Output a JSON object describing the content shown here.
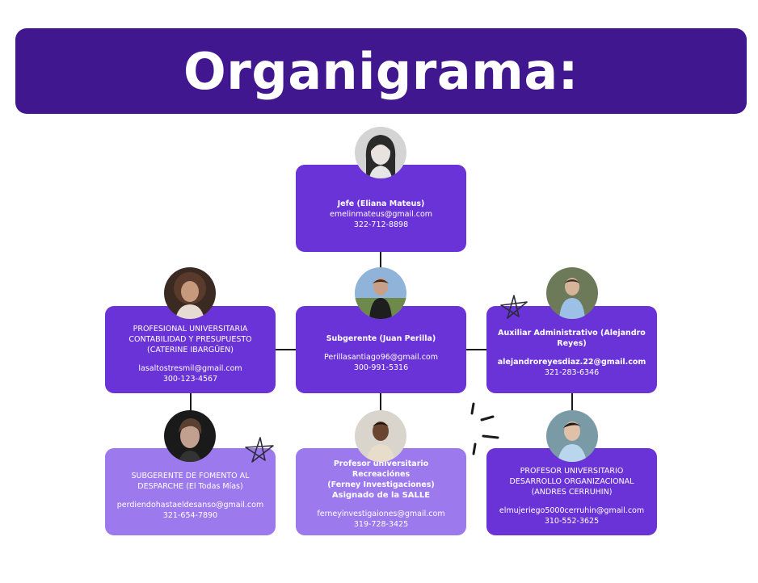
{
  "title": "Organigrama:",
  "cards": [
    {
      "title": "Jefe (Eliana Mateus)",
      "email": "emelinmateus@gmail.com",
      "phone": "322-712-8898"
    },
    {
      "title1": "PROFESIONAL UNIVERSITARIA",
      "title2": "CONTABILIDAD Y PRESUPUESTO",
      "title3": "(CATERINE IBARGÜEN)",
      "email": "lasaltostresmil@gmail.com",
      "phone": "300-123-4567"
    },
    {
      "title": "Subgerente (Juan Perilla)",
      "email": "Perillasantiago96@gmail.com",
      "phone": "300-991-5316"
    },
    {
      "title": "Auxiliar Administrativo (Alejandro Reyes)",
      "email": "alejandroreyesdiaz.22@gmail.com",
      "phone": "321-283-6346"
    },
    {
      "title1": "SUBGERENTE DE FOMENTO AL",
      "title2": "DESPARCHE (El Todas Mías)",
      "email": "perdiendohastaeldesanso@gmail.com",
      "phone": "321-654-7890"
    },
    {
      "title1": "Profesor universitario Recreaciónes",
      "title2": "(Ferney Investigaciones)",
      "title3": "Asignado de la SALLE",
      "email": "ferneyinvestigaiones@gmail.com",
      "phone": "319-728-3425"
    },
    {
      "title1": "PROFESOR UNIVERSITARIO",
      "title2": "DESARROLLO ORGANIZACIONAL",
      "title3": "(ANDRES CERRUHIN)",
      "email": "elmujeriego5000cerruhin@gmail.com",
      "phone": "310-552-3625"
    }
  ],
  "colors": {
    "banner": "#41178f",
    "card_dark": "#6a33d8",
    "card_light": "#9d79ee",
    "lines": "#1a1a1a"
  },
  "icons": [
    "person-photo",
    "star-doodle",
    "sparkle-lines"
  ]
}
